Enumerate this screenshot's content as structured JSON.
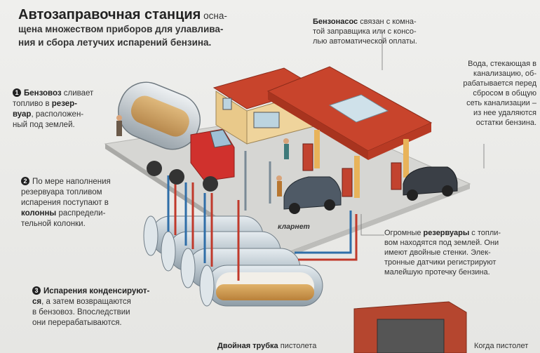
{
  "title": {
    "heading": "Автозаправочная станция",
    "line1_rest": "осна-",
    "line2": "щена множеством приборов для улавлива-",
    "line3": "ния и сбора летучих испарений бензина."
  },
  "pump_note": {
    "bold": "Бензонасос",
    "line1_rest": "связан с комна-",
    "line2": "той заправщика или с консо-",
    "line3": "лью автоматической оплаты."
  },
  "water_note": {
    "lines": [
      "Вода, стекающая в",
      "канализацию, об-",
      "рабатывается перед",
      "сбросом в общую",
      "сеть канализации –",
      "из нее удаляются",
      "остатки бензина."
    ]
  },
  "step1": {
    "number": "1",
    "bold1": "Бензовоз",
    "rest1": "сливает",
    "line2_pre": "топливо в",
    "bold2": "резер-",
    "line3_bold": "вуар",
    "line3_rest": ", расположен-",
    "line4": "ный под землей."
  },
  "step2": {
    "number": "2",
    "lines_pre": [
      "По мере наполнения",
      "резервуара топливом",
      "испарения поступают в"
    ],
    "bold": "колонны",
    "rest": "распредели-",
    "last": "тельной колонки."
  },
  "label_klarnet": "кларнет",
  "tanks_note": {
    "pre": "Огромные",
    "bold": "резервуары",
    "rest": "с топли-",
    "lines": [
      "вом находятся под землей. Они",
      "имеют двойные стенки. Элек-",
      "тронные датчики регистрируют",
      "малейшую протечку бензина."
    ]
  },
  "step3": {
    "number": "3",
    "bold1": "Испарения конденсируют-",
    "bold2": "ся",
    "rest2": ", а затем возвращаются",
    "lines": [
      "в бензовоз. Впоследствии",
      "они перерабатываются."
    ]
  },
  "bottom_note": {
    "bold": "Двойная трубка",
    "rest": "пистолета"
  },
  "corner_note": "Когда пистолет",
  "colors": {
    "roof_red": "#c8442c",
    "tank": "#c9d3da",
    "pipe_red": "#c0392b",
    "pipe_blue": "#2f6ea8",
    "ground": "#cfcfcf"
  }
}
